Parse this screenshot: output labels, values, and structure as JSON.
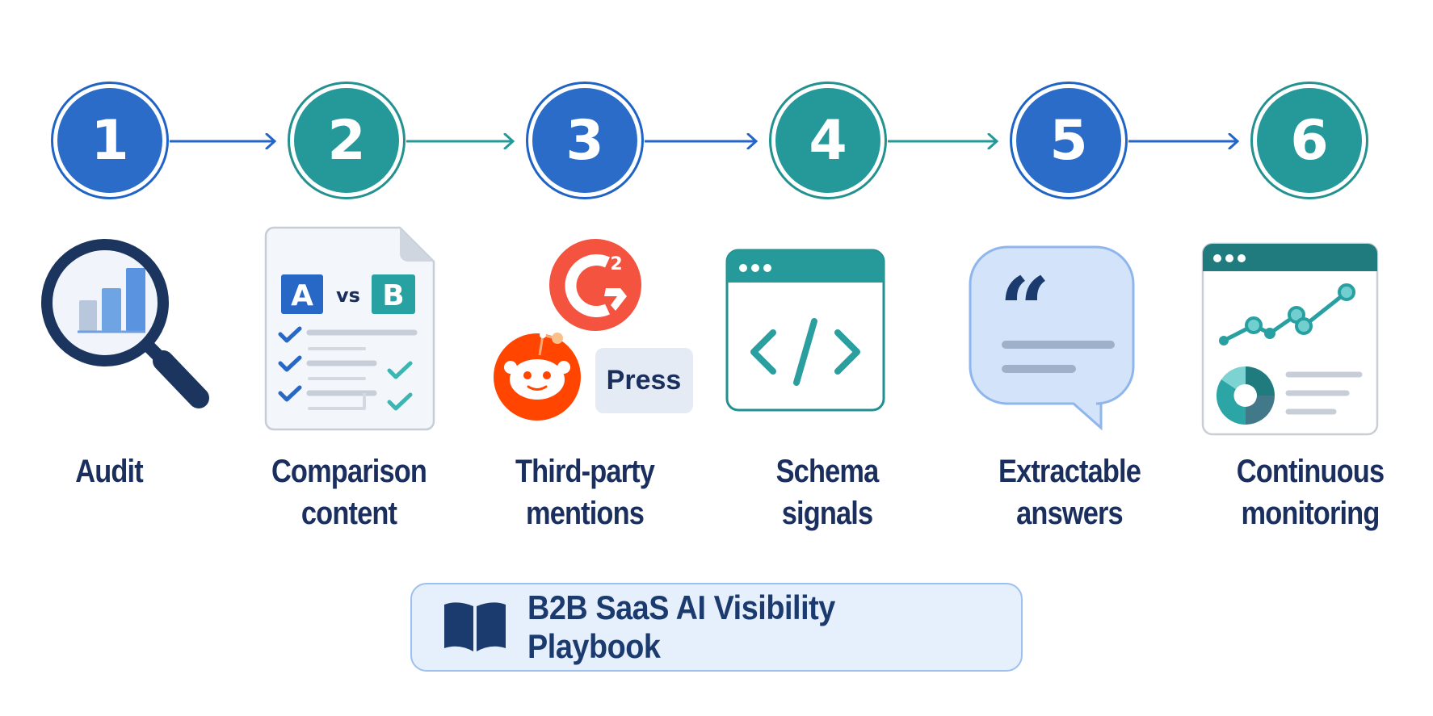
{
  "diagram": {
    "title": "B2B SaaS AI Visibility Playbook",
    "colors": {
      "blue": "#2b6cc9",
      "teal": "#25989a",
      "navy": "#1b2f5e",
      "g2_red": "#f4533f",
      "reddit_orange": "#ff4500",
      "bubble_fill": "#d3e4fa"
    },
    "steps": [
      {
        "number": "1",
        "label_line1": "Audit",
        "label_line2": "",
        "color": "blue",
        "icon": "magnifier-bar-chart-icon"
      },
      {
        "number": "2",
        "label_line1": "Comparison",
        "label_line2": "content",
        "color": "teal",
        "icon": "comparison-document-icon"
      },
      {
        "number": "3",
        "label_line1": "Third-party",
        "label_line2": "mentions",
        "color": "blue",
        "icon": "third-party-logos-icon"
      },
      {
        "number": "4",
        "label_line1": "Schema",
        "label_line2": "signals",
        "color": "teal",
        "icon": "code-window-icon"
      },
      {
        "number": "5",
        "label_line1": "Extractable",
        "label_line2": "answers",
        "color": "blue",
        "icon": "quote-bubble-icon"
      },
      {
        "number": "6",
        "label_line1": "Continuous",
        "label_line2": "monitoring",
        "color": "teal",
        "icon": "dashboard-window-icon"
      }
    ],
    "icon_text": {
      "compare_a": "A",
      "compare_vs": "vs",
      "compare_b": "B",
      "g2_superscript": "2",
      "press": "Press"
    }
  }
}
